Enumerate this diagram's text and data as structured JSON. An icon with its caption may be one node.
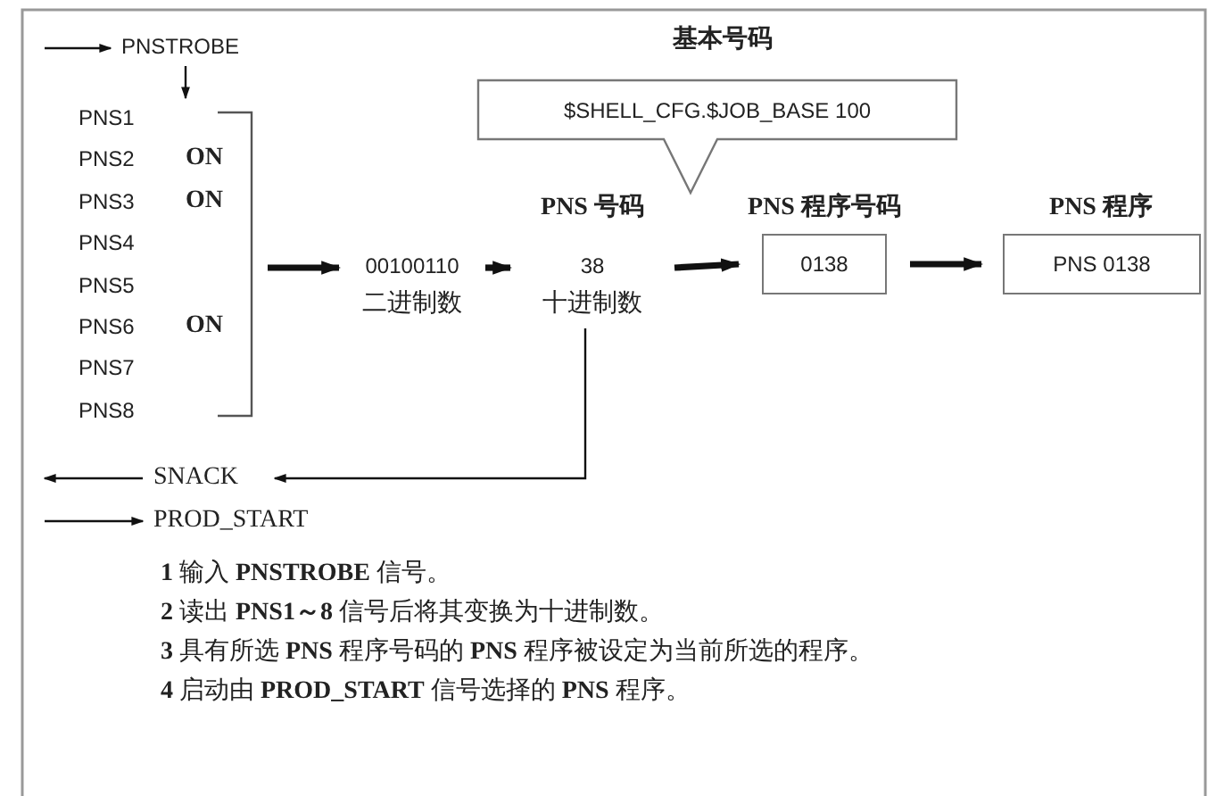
{
  "diagram": {
    "nodes": [
      {
        "text": [
          "PNSTROBE"
        ]
      },
      {
        "text": [
          "PNS1",
          "PNS2",
          "ON",
          "PNS3",
          "ON",
          "PNS4",
          "PNS5",
          "PNS6",
          "ON",
          "PNS7",
          "PNS8"
        ]
      },
      {
        "text": [
          "00100110",
          "二进制数"
        ]
      },
      {
        "text": [
          "PNS 号码",
          "38",
          "十进制数"
        ]
      },
      {
        "text": [
          "基本号码",
          "$SHELL_CFG.$JOB_BASE 100"
        ]
      },
      {
        "text": [
          "PNS 程序号码",
          "0138"
        ]
      },
      {
        "text": [
          "PNS 程序",
          "PNS 0138"
        ]
      },
      {
        "text": [
          "SNACK"
        ]
      },
      {
        "text": [
          "PROD_START"
        ]
      }
    ],
    "edges": [
      {
        "from": null,
        "to": 0,
        "arrow": "to"
      },
      {
        "from": 0,
        "to": 1,
        "arrow": "to"
      },
      {
        "from": 1,
        "to": 2,
        "arrow": "to",
        "style": "thick"
      },
      {
        "from": 2,
        "to": 3,
        "arrow": "to",
        "style": "thick"
      },
      {
        "from": 3,
        "to": 5,
        "arrow": "to",
        "style": "thick"
      },
      {
        "from": 5,
        "to": 6,
        "arrow": "to",
        "style": "thick"
      },
      {
        "from": 3,
        "to": 7,
        "arrow": "to"
      },
      {
        "from": 7,
        "to": null,
        "arrow": "to"
      },
      {
        "from": null,
        "to": 8,
        "arrow": "to"
      }
    ],
    "labels": [
      "**1** 输入 **PNSTROBE** 信号。",
      "**2** 读出 **PNS1～8** 信号后将其变换为十进制数。",
      "**3** 具有所选 **PNS** 程序号码的 **PNS** 程序被设定为当前所选的程序。",
      "**4** 启动由 **PROD_START** 信号选择的 **PNS** 程序。"
    ]
  }
}
